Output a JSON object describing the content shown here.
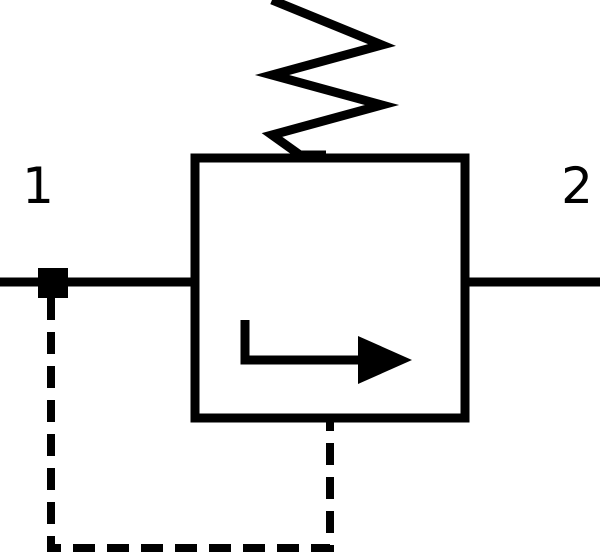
{
  "diagram": {
    "type": "pressure-reducing-valve-symbol",
    "ports": {
      "inlet": {
        "label": "1"
      },
      "outlet": {
        "label": "2"
      }
    },
    "stroke_color": "#000000",
    "background_color": "#ffffff"
  }
}
